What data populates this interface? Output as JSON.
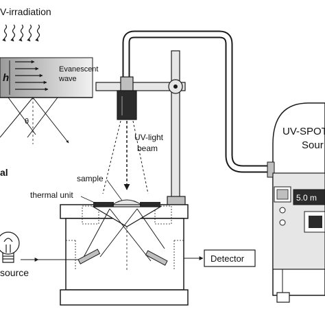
{
  "labels": {
    "uv_irradiation": "V-irradiation",
    "h": "h",
    "evanescent": "Evanescent",
    "wave": "wave",
    "theta": "θ",
    "al_fragment": "al",
    "uv_light": "UV-light",
    "beam": "beam",
    "sample": "sample",
    "thermal_unit": "thermal unit",
    "detector": "Detector",
    "source": "source",
    "uv_spot": "UV-SPOT",
    "sour": "Sour",
    "display": "5.0 m"
  },
  "colors": {
    "stroke": "#1a1a1a",
    "gray_fill": "#bfbfbf",
    "dark_fill": "#2b2b2b",
    "light_fill": "#e6e6e6"
  }
}
